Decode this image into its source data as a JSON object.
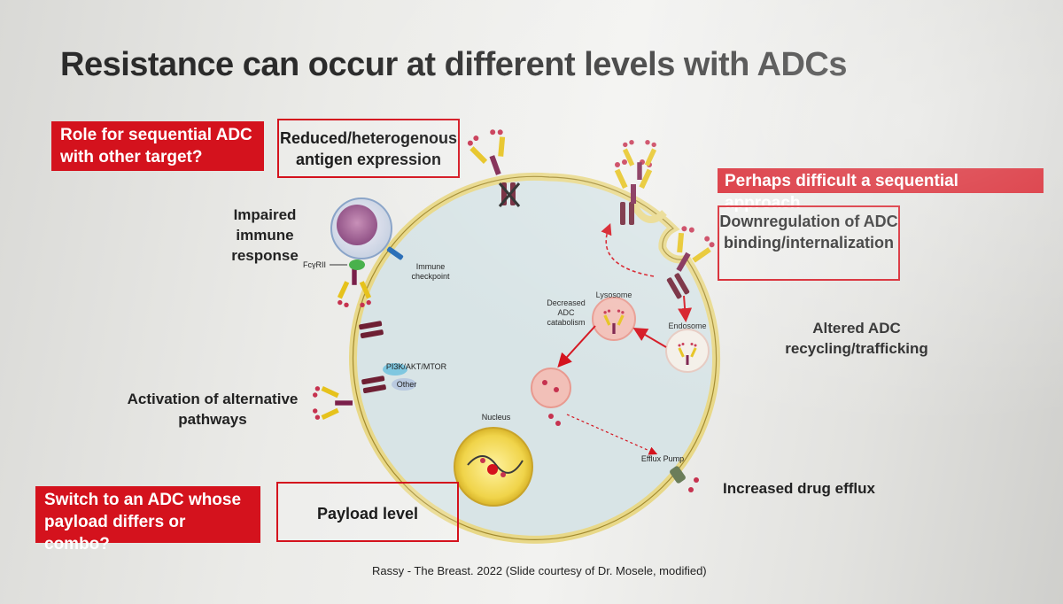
{
  "title": "Resistance can occur at different levels with ADCs",
  "boxes": {
    "role_sequential": "Role for sequential ADC with other target?",
    "reduced_antigen": "Reduced/heterogenous antigen expression",
    "perhaps_difficult": "Perhaps difficult a sequential approach",
    "downregulation": "Downregulation of ADC binding/internalization",
    "switch_adc": "Switch to an ADC whose payload differs or combo?",
    "payload_level": "Payload level"
  },
  "labels": {
    "impaired_immune": "Impaired immune response",
    "activation_pathways": "Activation of alternative pathways",
    "altered_recycling": "Altered ADC recycling/trafficking",
    "increased_efflux": "Increased drug efflux"
  },
  "small_labels": {
    "fcyrii": "FcγRII",
    "immune_checkpoint": "Immune checkpoint",
    "lysosome": "Lysosome",
    "decreased_catabolism": "Decreased ADC catabolism",
    "endosome": "Endosome",
    "pi3k": "PI3K/AKT/MTOR",
    "other": "Other",
    "nucleus": "Nucleus",
    "efflux_pump": "Efflux Pump"
  },
  "citation": "Rassy  - The Breast. 2022 (Slide courtesy of Dr. Mosele, modified)",
  "colors": {
    "accent_red": "#d4121d",
    "cell_fill": "#d8e4e6",
    "cell_membrane": "#e8d888",
    "antibody_yellow": "#e6c21c",
    "payload_pink": "#c6324f"
  }
}
